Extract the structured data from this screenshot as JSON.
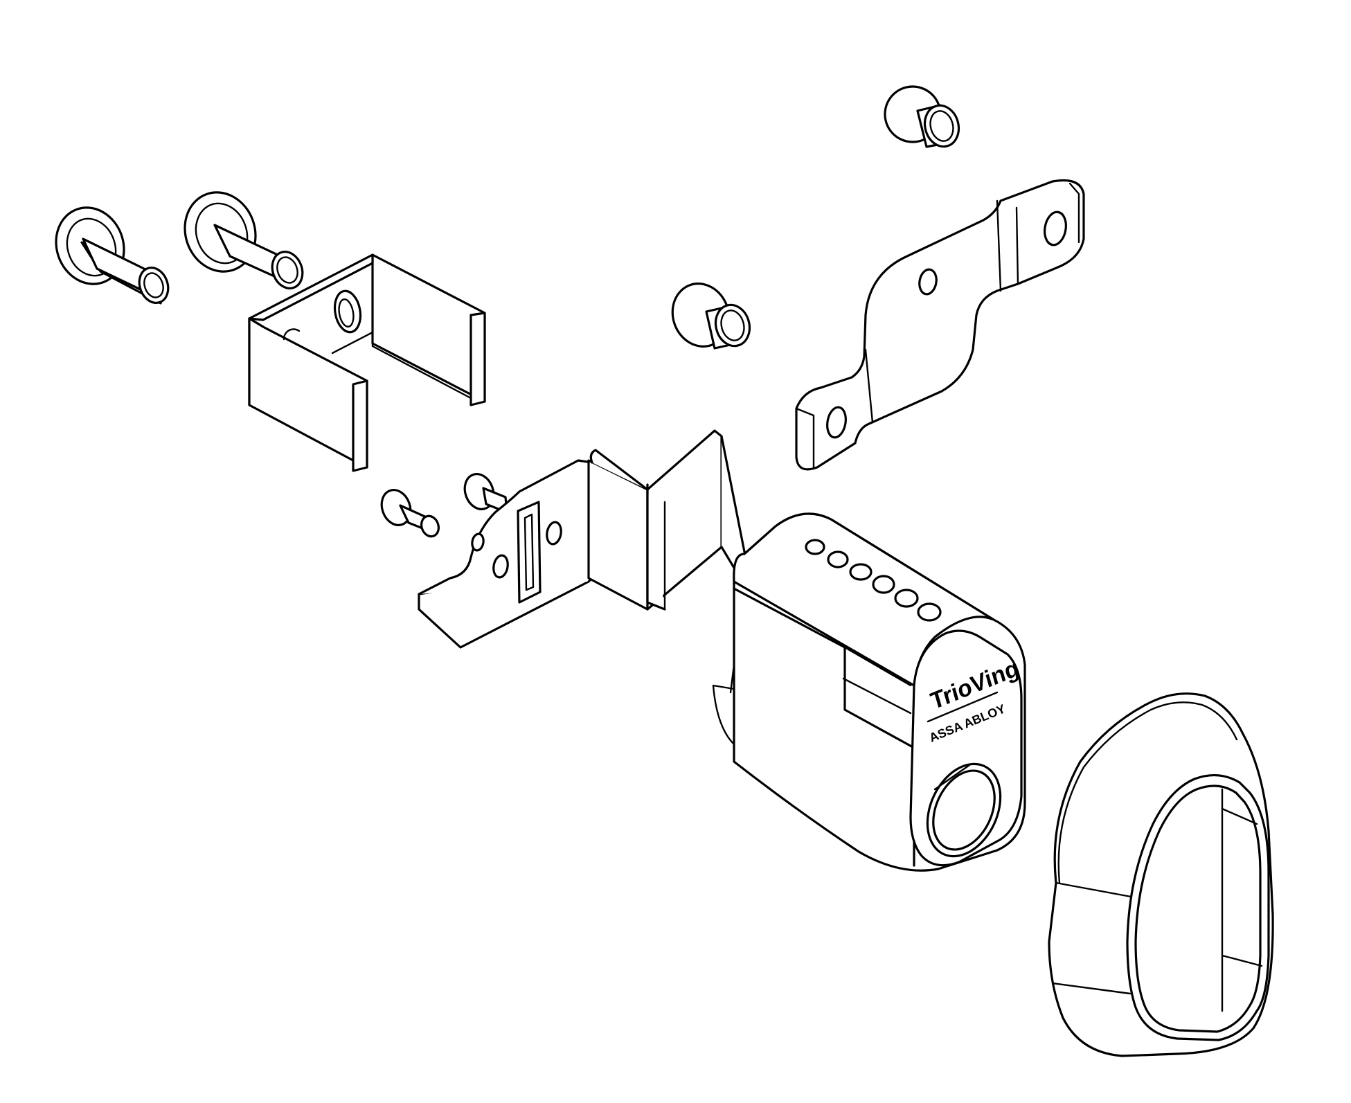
{
  "diagram": {
    "brand_logo": "TrioVing",
    "brand_subline": "ASSA ABLOY",
    "colors": {
      "line": "#000000",
      "fill": "#ffffff",
      "background": "#ffffff"
    },
    "parts": [
      "pin-bolt-1",
      "pin-bolt-2",
      "u-bracket",
      "small-rivet-top",
      "small-rivet-mid",
      "offset-plate",
      "small-screw-1",
      "small-screw-2",
      "z-mounting-bracket",
      "lock-cylinder",
      "oval-escutcheon-rosette"
    ]
  }
}
